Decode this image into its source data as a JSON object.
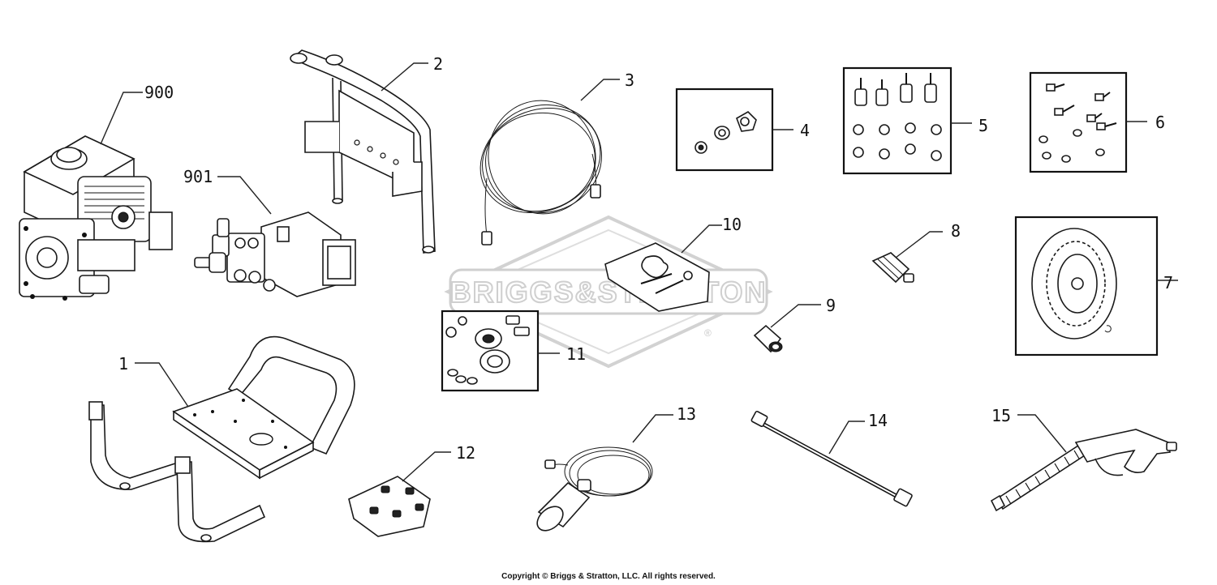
{
  "watermark": {
    "brand": "BRIGGS&STRATTON",
    "mark": "®"
  },
  "callouts": {
    "c900": "900",
    "c901": "901",
    "c1": "1",
    "c2": "2",
    "c3": "3",
    "c4": "4",
    "c5": "5",
    "c6": "6",
    "c7": "7",
    "c8": "8",
    "c9": "9",
    "c10": "10",
    "c11": "11",
    "c12": "12",
    "c13": "13",
    "c14": "14",
    "c15": "15"
  },
  "footer": {
    "copyright": "Copyright © Briggs & Stratton, LLC. All rights reserved."
  }
}
